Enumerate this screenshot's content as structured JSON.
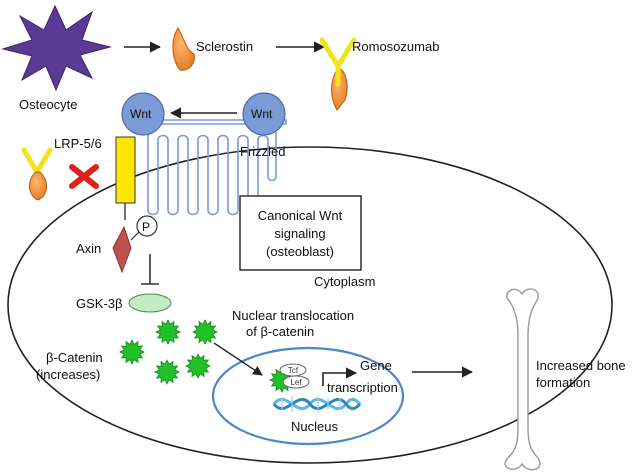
{
  "labels": {
    "osteocyte": "Osteocyte",
    "sclerostin": "Sclerostin",
    "romosozumab": "Romosozumab",
    "wnt_top": "Wnt",
    "wnt_right": "Wnt",
    "frizzled": "Frizzled",
    "lrp": "LRP-5/6",
    "p": "P",
    "axin": "Axin",
    "gsk": "GSK-3β",
    "box_line1": "Canonical Wnt",
    "box_line2": "signaling",
    "box_line3": "(osteoblast)",
    "cytoplasm": "Cytoplasm",
    "nuclear_line1": "Nuclear translocation",
    "nuclear_line2": "of β-catenin",
    "catenin_line1": "β-Catenin",
    "catenin_line2": "(increases)",
    "tcf": "Tcf",
    "lef": "Lef",
    "gene_line1": "Gene",
    "gene_line2": "transcription",
    "nucleus": "Nucleus",
    "bone_line1": "Increased bone",
    "bone_line2": "formation"
  },
  "colors": {
    "osteocyte": "#5b3a96",
    "sclerostin": "#f2913a",
    "antibody": "#f2e31a",
    "wnt": "#7a9bd6",
    "lrp": "#ffe600",
    "axin": "#c0504d",
    "gsk": "#c4ecc4",
    "catenin": "#22c12a",
    "nucleus": "#4f86c6",
    "dna": "#5fb6e0",
    "frizzled": "#7a9bd6",
    "x_mark": "#e0201b"
  }
}
